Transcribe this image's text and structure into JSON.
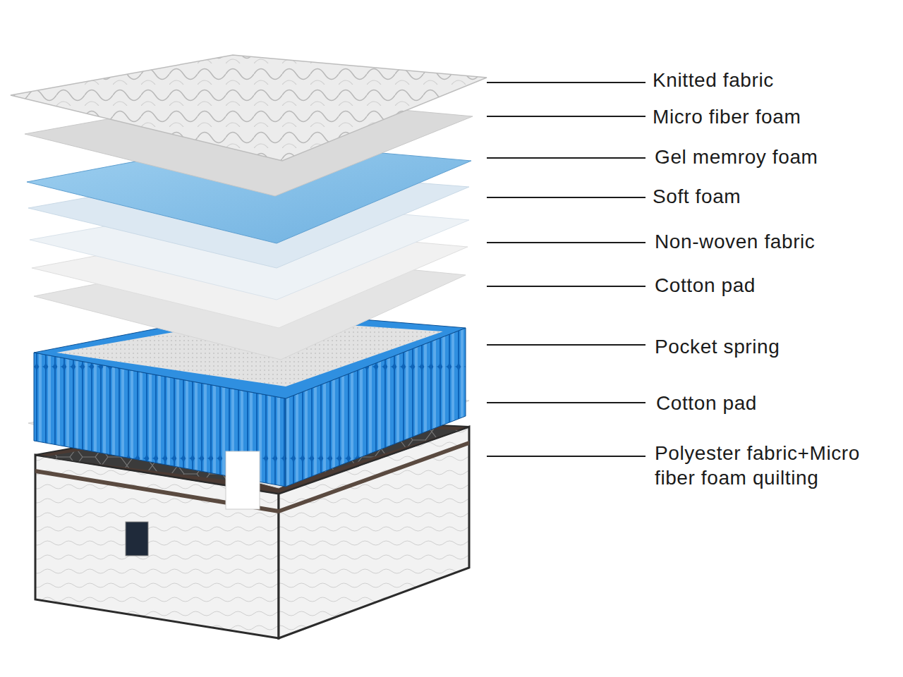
{
  "diagram": {
    "labels": [
      "Knitted fabric",
      "Micro fiber foam",
      "Gel memroy foam",
      "Soft foam",
      "Non-woven fabric",
      "Cotton pad",
      "Pocket spring",
      "Cotton pad",
      "Polyester fabric+Micro fiber foam quilting"
    ]
  }
}
